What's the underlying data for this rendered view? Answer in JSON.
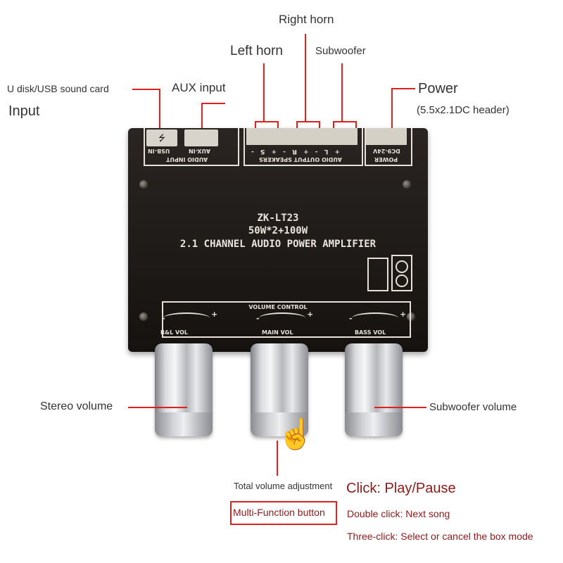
{
  "labels": {
    "right_horn": "Right horn",
    "left_horn": "Left horn",
    "subwoofer": "Subwoofer",
    "usb": "U disk/USB sound card",
    "input": "Input",
    "aux": "AUX input",
    "power": "Power",
    "power_sub": "(5.5x2.1DC header)",
    "stereo_volume": "Stereo volume",
    "subwoofer_volume": "Subwoofer volume",
    "total_volume": "Total volume adjustment",
    "multi_function": "Multi-Function button",
    "click": "Click: Play/Pause",
    "double_click": "Double click: Next song",
    "three_click": "Three-click: Select or cancel the box mode"
  },
  "board": {
    "model": "ZK-LT23",
    "power_rating": "50W*2+100W",
    "description": "2.1 CHANNEL AUDIO POWER AMPLIFIER",
    "audio_input": "AUDIO INPUT",
    "usb_in": "USB-IN",
    "aux_in": "AUX-IN",
    "audio_output": "AUDIO OUTPUT SPEAKERS",
    "output_pins": "+ L - + R - + S -",
    "power_label": "POWER",
    "power_voltage": "DC9-24V",
    "volume_control": "VOLUME CONTROL",
    "rl_vol": "R&L VOL",
    "main_vol": "MAIN VOL",
    "bass_vol": "BASS VOL",
    "minus": "-",
    "plus": "+"
  }
}
